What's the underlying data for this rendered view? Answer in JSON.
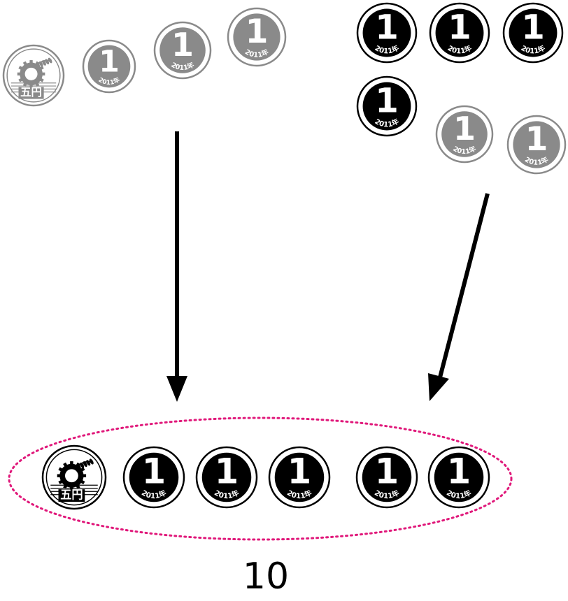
{
  "colors": {
    "coin_active": "#000000",
    "coin_faded": "#8a8a8a",
    "arrow": "#000000",
    "ellipse": "#e0187a",
    "text": "#000000"
  },
  "coin_labels": {
    "one_yen_numeral": "1",
    "one_yen_year": "2011年",
    "five_yen_text": "五円"
  },
  "groups": {
    "top_left": [
      {
        "type": "five-yen",
        "state": "faded"
      },
      {
        "type": "one-yen",
        "state": "faded"
      },
      {
        "type": "one-yen",
        "state": "faded"
      },
      {
        "type": "one-yen",
        "state": "faded"
      }
    ],
    "top_right": [
      {
        "type": "one-yen",
        "state": "active"
      },
      {
        "type": "one-yen",
        "state": "active"
      },
      {
        "type": "one-yen",
        "state": "active"
      },
      {
        "type": "one-yen",
        "state": "active"
      },
      {
        "type": "one-yen",
        "state": "faded"
      },
      {
        "type": "one-yen",
        "state": "faded"
      }
    ],
    "bottom_combined": [
      {
        "type": "five-yen",
        "state": "active"
      },
      {
        "type": "one-yen",
        "state": "active"
      },
      {
        "type": "one-yen",
        "state": "active"
      },
      {
        "type": "one-yen",
        "state": "active"
      },
      {
        "type": "one-yen",
        "state": "active"
      },
      {
        "type": "one-yen",
        "state": "active"
      }
    ]
  },
  "total": "10"
}
